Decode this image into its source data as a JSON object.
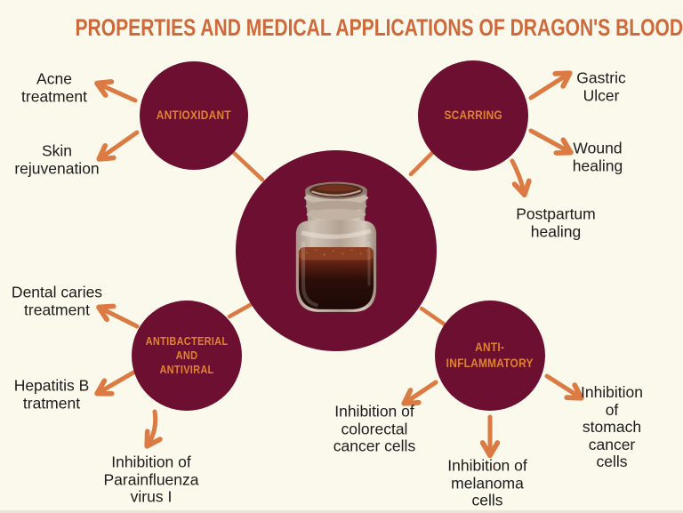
{
  "title": "PROPERTIES AND MEDICAL APPLICATIONS OF DRAGON'S BLOOD",
  "colors": {
    "background": "#FBF9EC",
    "maroon": "#6C0F31",
    "title_orange": "#CE693B",
    "arrow_orange": "#DB7A42",
    "circle_label_orange": "#E0832F",
    "text": "#1C1C1C"
  },
  "center_image": "jar of dragon's blood resin",
  "properties": [
    {
      "id": "antioxidant",
      "label": "ANTIOXIDANT",
      "applications": [
        "Acne\ntreatment",
        "Skin\nrejuvenation"
      ]
    },
    {
      "id": "scarring",
      "label": "SCARRING",
      "applications": [
        "Gastric\nUlcer",
        "Wound\nhealing",
        "Postpartum\nhealing"
      ]
    },
    {
      "id": "antibacterial-antiviral",
      "label": "ANTIBACTERIAL AND\nANTIVIRAL",
      "applications": [
        "Dental caries\ntreatment",
        "Hepatitis B\ntratment",
        "Inhibition of\nParainfluenza\nvirus I"
      ]
    },
    {
      "id": "anti-inflammatory",
      "label": "ANTI-\nINFLAMMATORY",
      "applications": [
        "Inhibition of\ncolorectal\ncancer cells",
        "Inhibition of\nmelanoma\ncells",
        "Inhibition of\nstomach cancer\ncells"
      ]
    }
  ]
}
